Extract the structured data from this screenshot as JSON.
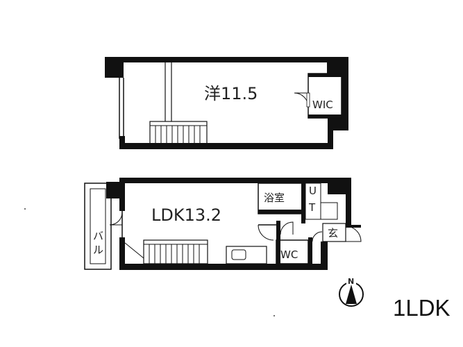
{
  "rooms": {
    "western_room": "洋11.5",
    "wic": "WIC",
    "ldk": "LDK13.2",
    "bath": "浴室",
    "ut_u": "U",
    "ut_t": "T",
    "entrance": "玄",
    "wc": "WC",
    "balcony_1": "バ",
    "balcony_2": "ル"
  },
  "compass": {
    "north": "N"
  },
  "layout_type": "1LDK"
}
